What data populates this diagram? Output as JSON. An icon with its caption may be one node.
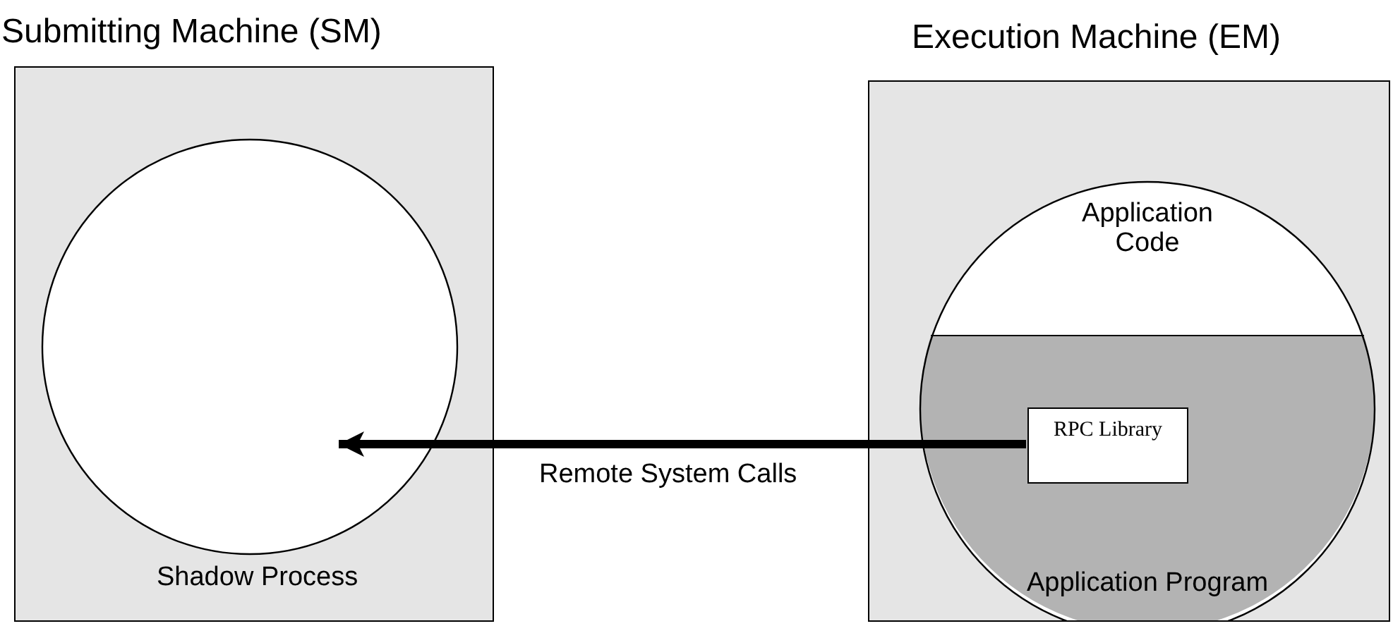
{
  "diagram": {
    "nodes": [
      {
        "text": [
          "Submitting Machine (SM)",
          "Shadow Process"
        ]
      },
      {
        "text": [],
        "shape": "circle",
        "in": 0
      },
      {
        "text": [
          "Execution Machine (EM)"
        ]
      },
      {
        "text": [
          "Application Code",
          "Application Program"
        ],
        "in": 2
      },
      {
        "text": [
          "RPC Library"
        ],
        "in": 3
      }
    ],
    "edges": [
      {
        "from": 4,
        "to": 1,
        "arrow": "to",
        "label": "Remote System Calls"
      }
    ]
  }
}
